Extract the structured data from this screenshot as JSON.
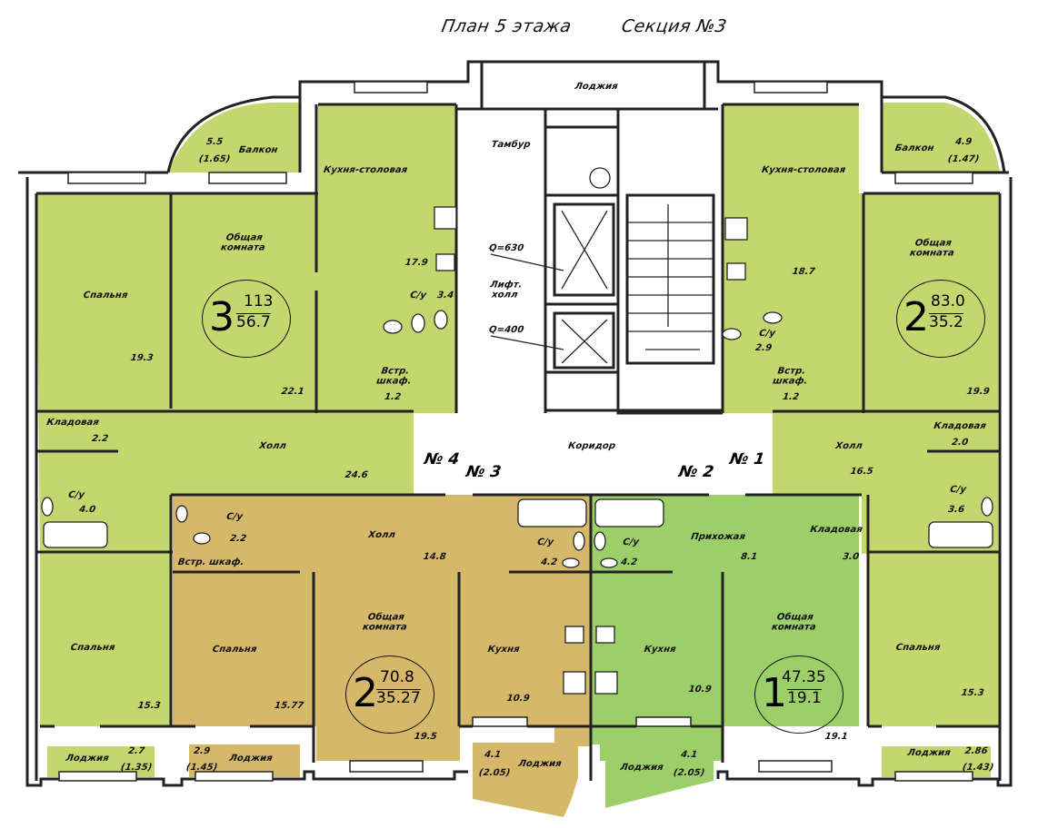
{
  "header": {
    "floor_title": "План 5 этажа",
    "section_title": "Секция №3"
  },
  "colors": {
    "apt3": "#c4d66e",
    "apt2_big": "#c4d66e",
    "apt2_small": "#d6b86a",
    "apt1": "#9ccf6a",
    "wall": "#222222"
  },
  "stair": {
    "loggia": "Лоджия",
    "tambur": "Тамбур",
    "lift_hall": "Лифт.\nхолл",
    "lift1": "Q=630",
    "lift2": "Q=400",
    "corridor": "Коридор"
  },
  "section_numbers": {
    "n4": "№ 4",
    "n3": "№ 3",
    "n2": "№ 2",
    "n1": "№ 1"
  },
  "apartment_left_top": {
    "rooms": "3",
    "total": "113",
    "living": "56.7",
    "balcony": "Балкон",
    "balcony_area": "5.5",
    "balcony_area_red": "(1.65)",
    "kitchen": "Кухня-столовая",
    "kitchen_area": "17.9",
    "living_room": "Общая\nкомната",
    "living_room_area": "22.1",
    "bedroom": "Спальня",
    "bedroom_area": "19.3",
    "bath": "С/у",
    "bath_area": "3.4",
    "wardrobe": "Встр.\nшкаф.",
    "wardrobe_area": "1.2",
    "storage": "Кладовая",
    "storage_area": "2.2",
    "hall": "Холл",
    "hall_area": "24.6",
    "bath2": "С/у",
    "bath2_area": "4.0",
    "bedroom2": "Спальня",
    "bedroom2_area": "15.3",
    "loggia": "Лоджия",
    "loggia_area": "2.7",
    "loggia_area_red": "(1.35)"
  },
  "apartment_bottom_mid": {
    "rooms": "2",
    "total": "70.8",
    "living": "35.27",
    "bath": "С/у",
    "bath_area": "2.2",
    "wardrobe": "Встр. шкаф.",
    "hall": "Холл",
    "hall_area": "14.8",
    "bedroom": "Спальня",
    "bedroom_area": "15.77",
    "living_room": "Общая\nкомната",
    "living_room_area": "19.5",
    "kitchen": "Кухня",
    "kitchen_area": "10.9",
    "bath2": "С/у",
    "bath2_area": "4.2",
    "loggia": "Лоджия",
    "loggia_area": "2.9",
    "loggia_area_red": "(1.45)",
    "loggia2": "Лоджия",
    "loggia2_area": "4.1",
    "loggia2_area_red": "(2.05)"
  },
  "apartment_one": {
    "rooms": "1",
    "total": "47.35",
    "living": "19.1",
    "bath": "С/у",
    "bath_area": "4.2",
    "hallway": "Прихожая",
    "hallway_area": "8.1",
    "storage": "Кладовая",
    "storage_area": "3.0",
    "kitchen": "Кухня",
    "kitchen_area": "10.9",
    "living_room": "Общая\nкомната",
    "living_room_area": "19.1",
    "loggia": "Лоджия",
    "loggia_area": "4.1",
    "loggia_area_red": "(2.05)"
  },
  "apartment_right_top": {
    "rooms": "2",
    "total": "83.0",
    "living": "35.2",
    "balcony": "Балкон",
    "balcony_area": "4.9",
    "balcony_area_red": "(1.47)",
    "kitchen": "Кухня-столовая",
    "kitchen_area": "18.7",
    "living_room": "Общая\nкомната",
    "living_room_area": "19.9",
    "bath": "С/у",
    "bath_area": "2.9",
    "wardrobe": "Встр.\nшкаф.",
    "wardrobe_area": "1.2",
    "storage": "Кладовая",
    "storage_area": "2.0",
    "hall": "Холл",
    "hall_area": "16.5",
    "bath2": "С/у",
    "bath2_area": "3.6",
    "bedroom": "Спальня",
    "bedroom_area": "15.3",
    "loggia": "Лоджия",
    "loggia_area": "2.86",
    "loggia_area_red": "(1.43)"
  }
}
